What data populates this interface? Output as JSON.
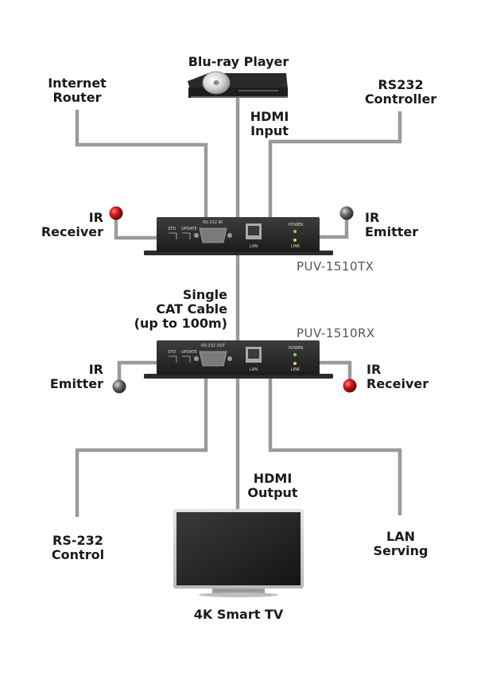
{
  "labels": {
    "bluray": "Blu-ray Player",
    "internet_router": [
      "Internet",
      "Router"
    ],
    "rs232_controller": [
      "RS232",
      "Controller"
    ],
    "hdmi_input": [
      "HDMI",
      "Input"
    ],
    "ir_receiver_tx": [
      "IR",
      "Receiver"
    ],
    "ir_emitter_tx": [
      "IR",
      "Emitter"
    ],
    "single_cat": [
      "Single",
      "CAT Cable",
      "(up to 100m)"
    ],
    "ir_emitter_rx": [
      "IR",
      "Emitter"
    ],
    "ir_receiver_rx": [
      "IR",
      "Receiver"
    ],
    "hdmi_output": [
      "HDMI",
      "Output"
    ],
    "rs232_control": [
      "RS-232",
      "Control"
    ],
    "lan_serving": [
      "LAN",
      "Serving"
    ],
    "tv": "4K Smart TV"
  },
  "models": {
    "tx": "PUV-1510TX",
    "rx": "PUV-1510RX"
  },
  "panels": {
    "tx": {
      "std": "STD",
      "update": "UPDATE",
      "rs232": "RS-232 IN",
      "lan": "LAN",
      "power": "POWER",
      "link": "LINK"
    },
    "rx": {
      "std": "STD",
      "update": "UPDATE",
      "rs232": "RS-232 OUT",
      "lan": "LAN",
      "power": "POWER",
      "link": "LINK"
    }
  },
  "colors": {
    "cable": "#9a9a9a",
    "device": "#2b2b2b",
    "ir_receiver": "#c0161b",
    "ir_emitter": "#555555",
    "led": "#7ed957"
  }
}
